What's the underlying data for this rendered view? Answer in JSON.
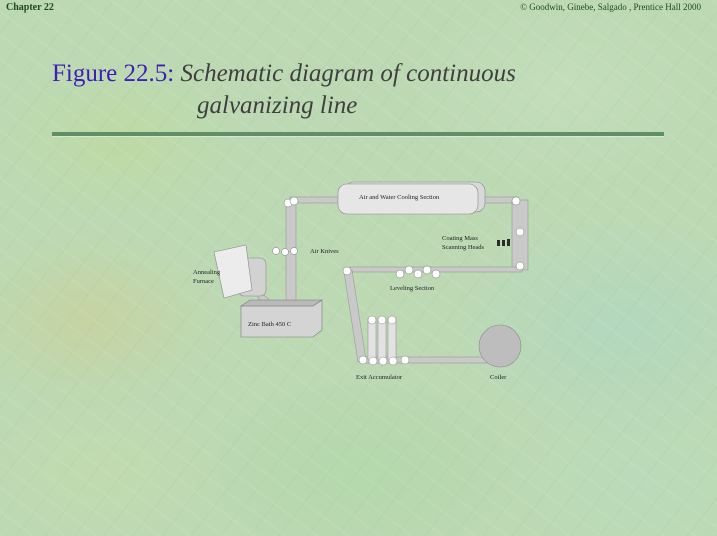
{
  "header": {
    "chapter": "Chapter 22",
    "copyright": "© Goodwin, Ginebe, Salgado , Prentice Hall 2000"
  },
  "title": {
    "figure_label": "Figure 22.5:",
    "line1": "Schematic diagram of continuous",
    "line2": "galvanizing line"
  },
  "diagram": {
    "labels": {
      "cooling": "Air and Water Cooling Section",
      "air_knives": "Air Knives",
      "coating_line1": "Coating Mass",
      "coating_line2": "Scanning Heads",
      "annealing_line1": "Annealing",
      "annealing_line2": "Furnace",
      "leveling": "Leveling Section",
      "zinc_bath": "Zinc Bath 450 C",
      "exit_accumulator": "Exit Accumulator",
      "coiler": "Coiler"
    }
  }
}
